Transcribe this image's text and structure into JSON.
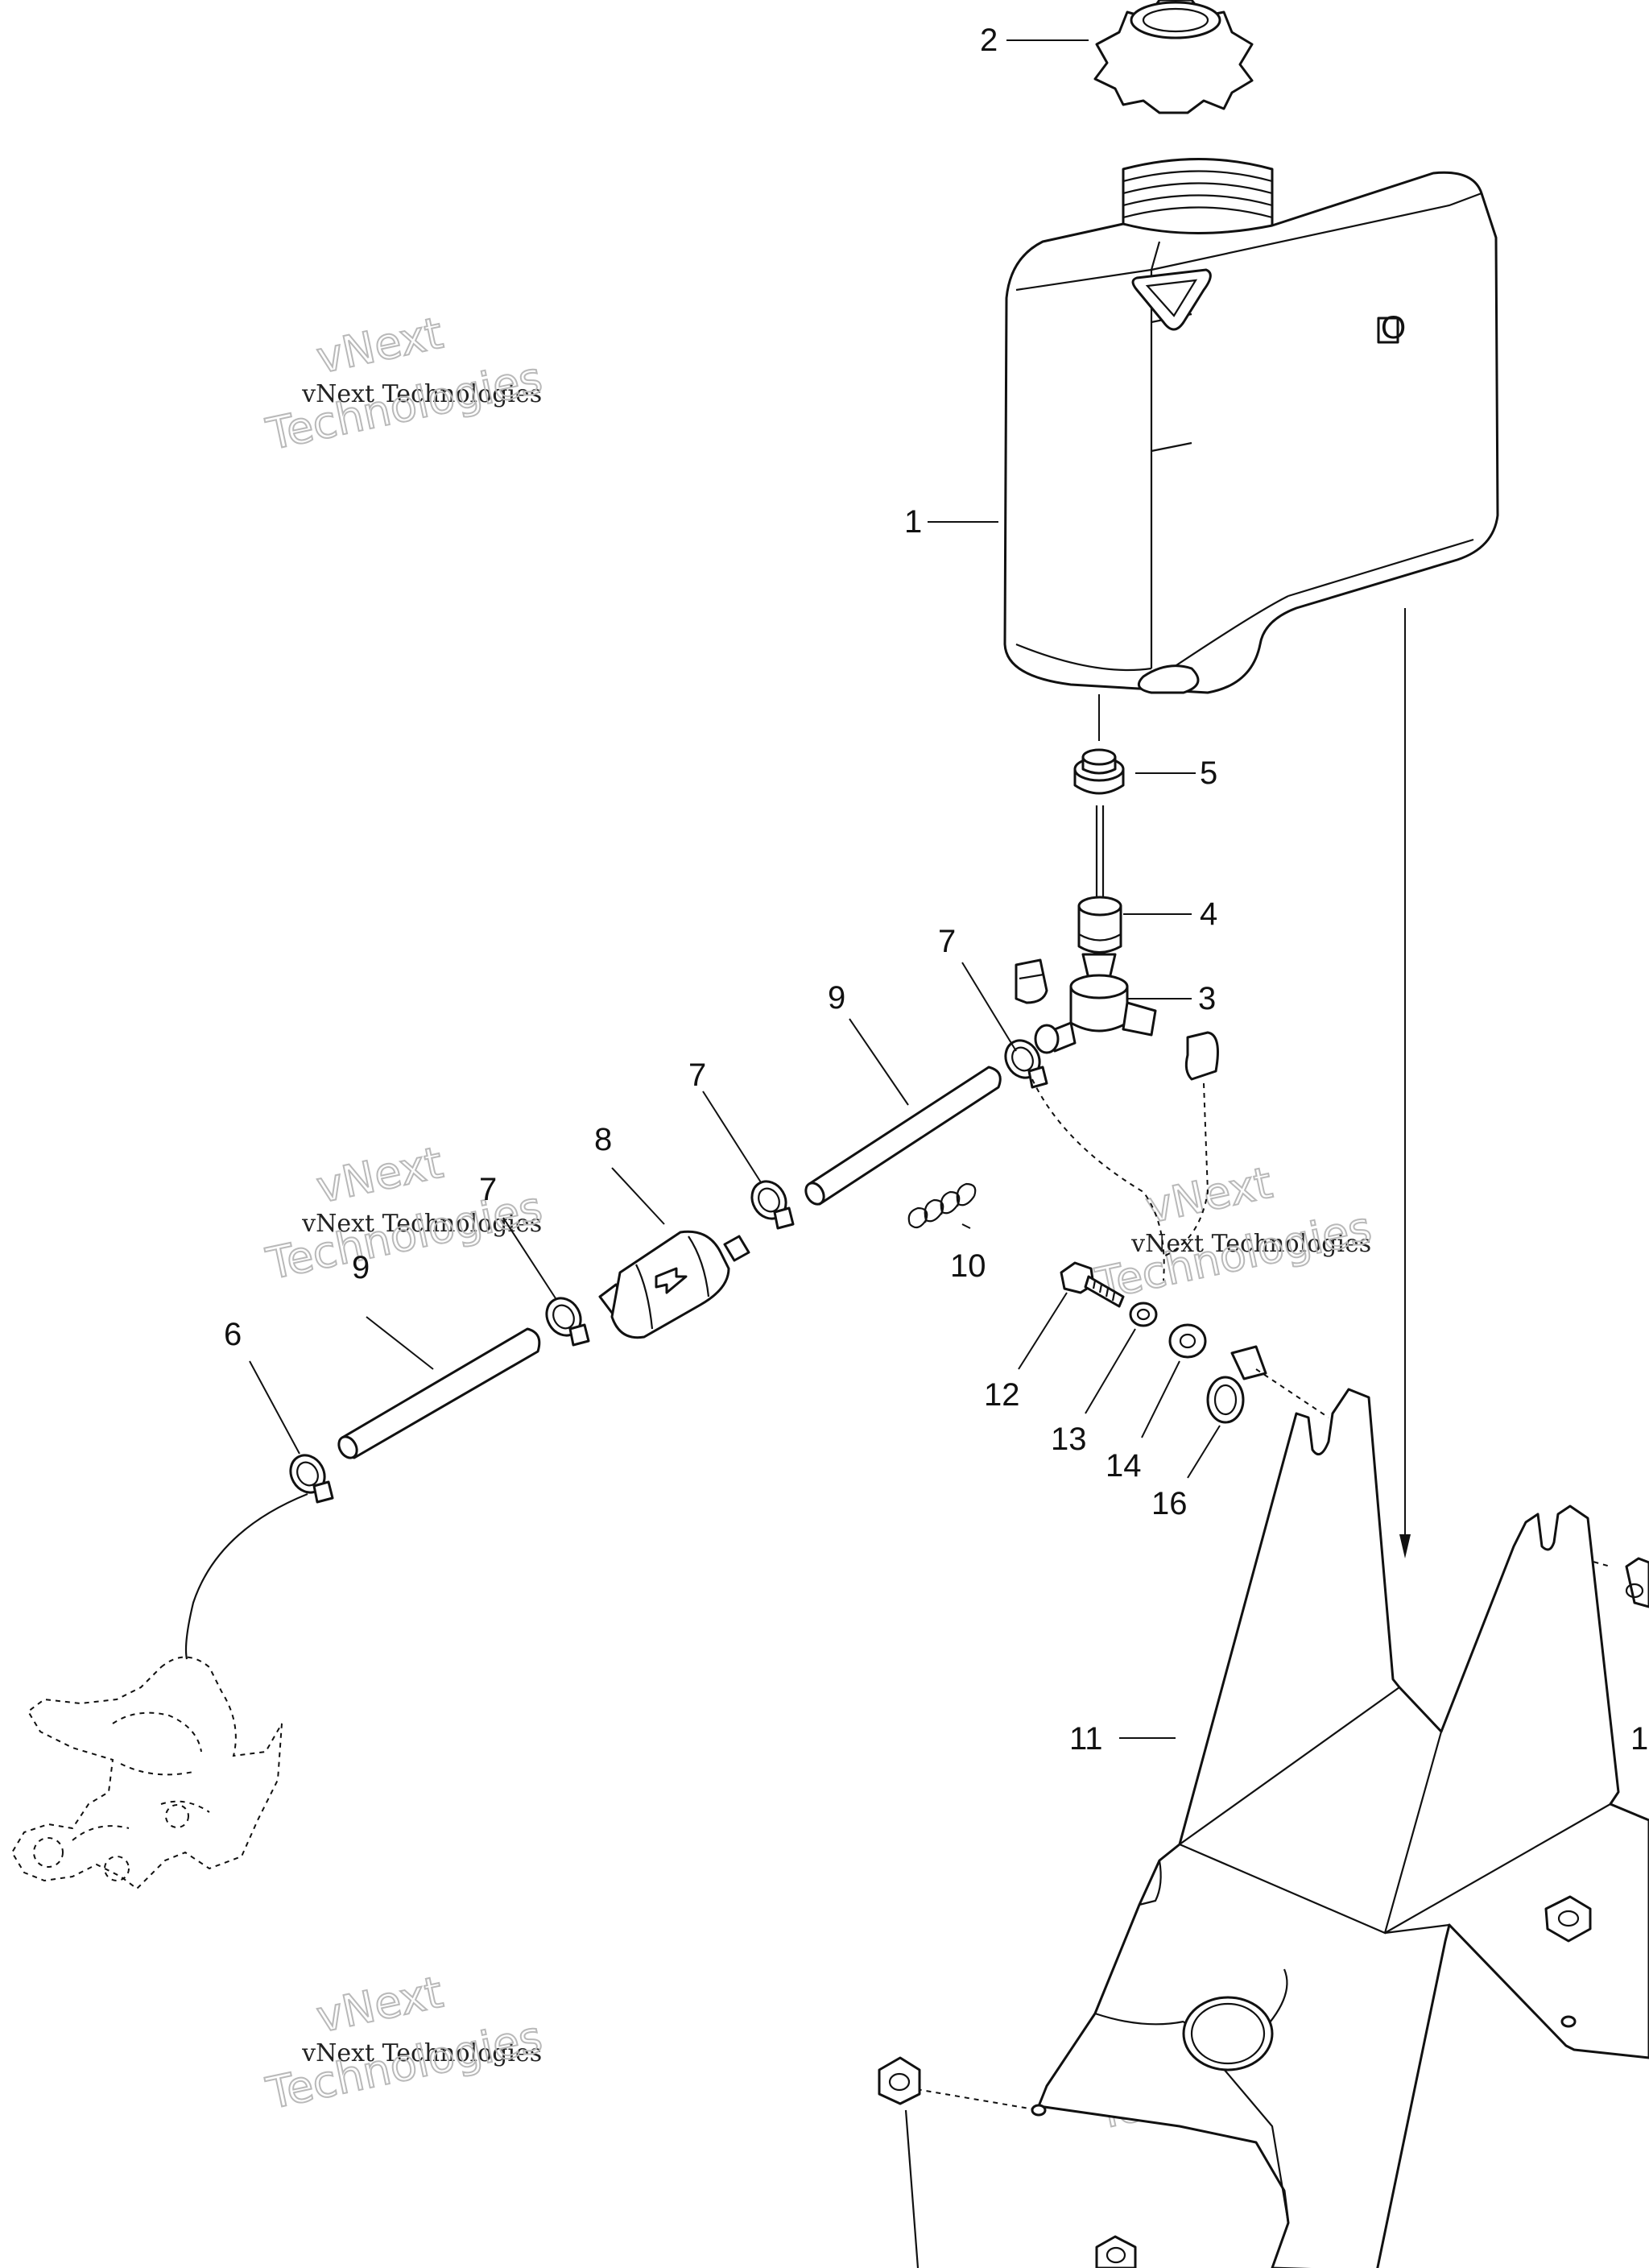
{
  "diagram": {
    "callouts": [
      {
        "id": "c2",
        "text": "2"
      },
      {
        "id": "c1",
        "text": "1"
      },
      {
        "id": "c5",
        "text": "5"
      },
      {
        "id": "c4",
        "text": "4"
      },
      {
        "id": "c3",
        "text": "3"
      },
      {
        "id": "c7a",
        "text": "7"
      },
      {
        "id": "c9a",
        "text": "9"
      },
      {
        "id": "c7b",
        "text": "7"
      },
      {
        "id": "c8",
        "text": "8"
      },
      {
        "id": "c7c",
        "text": "7"
      },
      {
        "id": "c9b",
        "text": "9"
      },
      {
        "id": "c6",
        "text": "6"
      },
      {
        "id": "c10",
        "text": "10"
      },
      {
        "id": "c12",
        "text": "12"
      },
      {
        "id": "c13",
        "text": "13"
      },
      {
        "id": "c14",
        "text": "14"
      },
      {
        "id": "c16",
        "text": "16"
      },
      {
        "id": "c11",
        "text": "11"
      },
      {
        "id": "c1edge",
        "text": "1"
      }
    ],
    "tank_marking": "O"
  },
  "watermark": {
    "line1": "vNext",
    "line2": "vNext Technologies",
    "line3": "Technologies"
  }
}
